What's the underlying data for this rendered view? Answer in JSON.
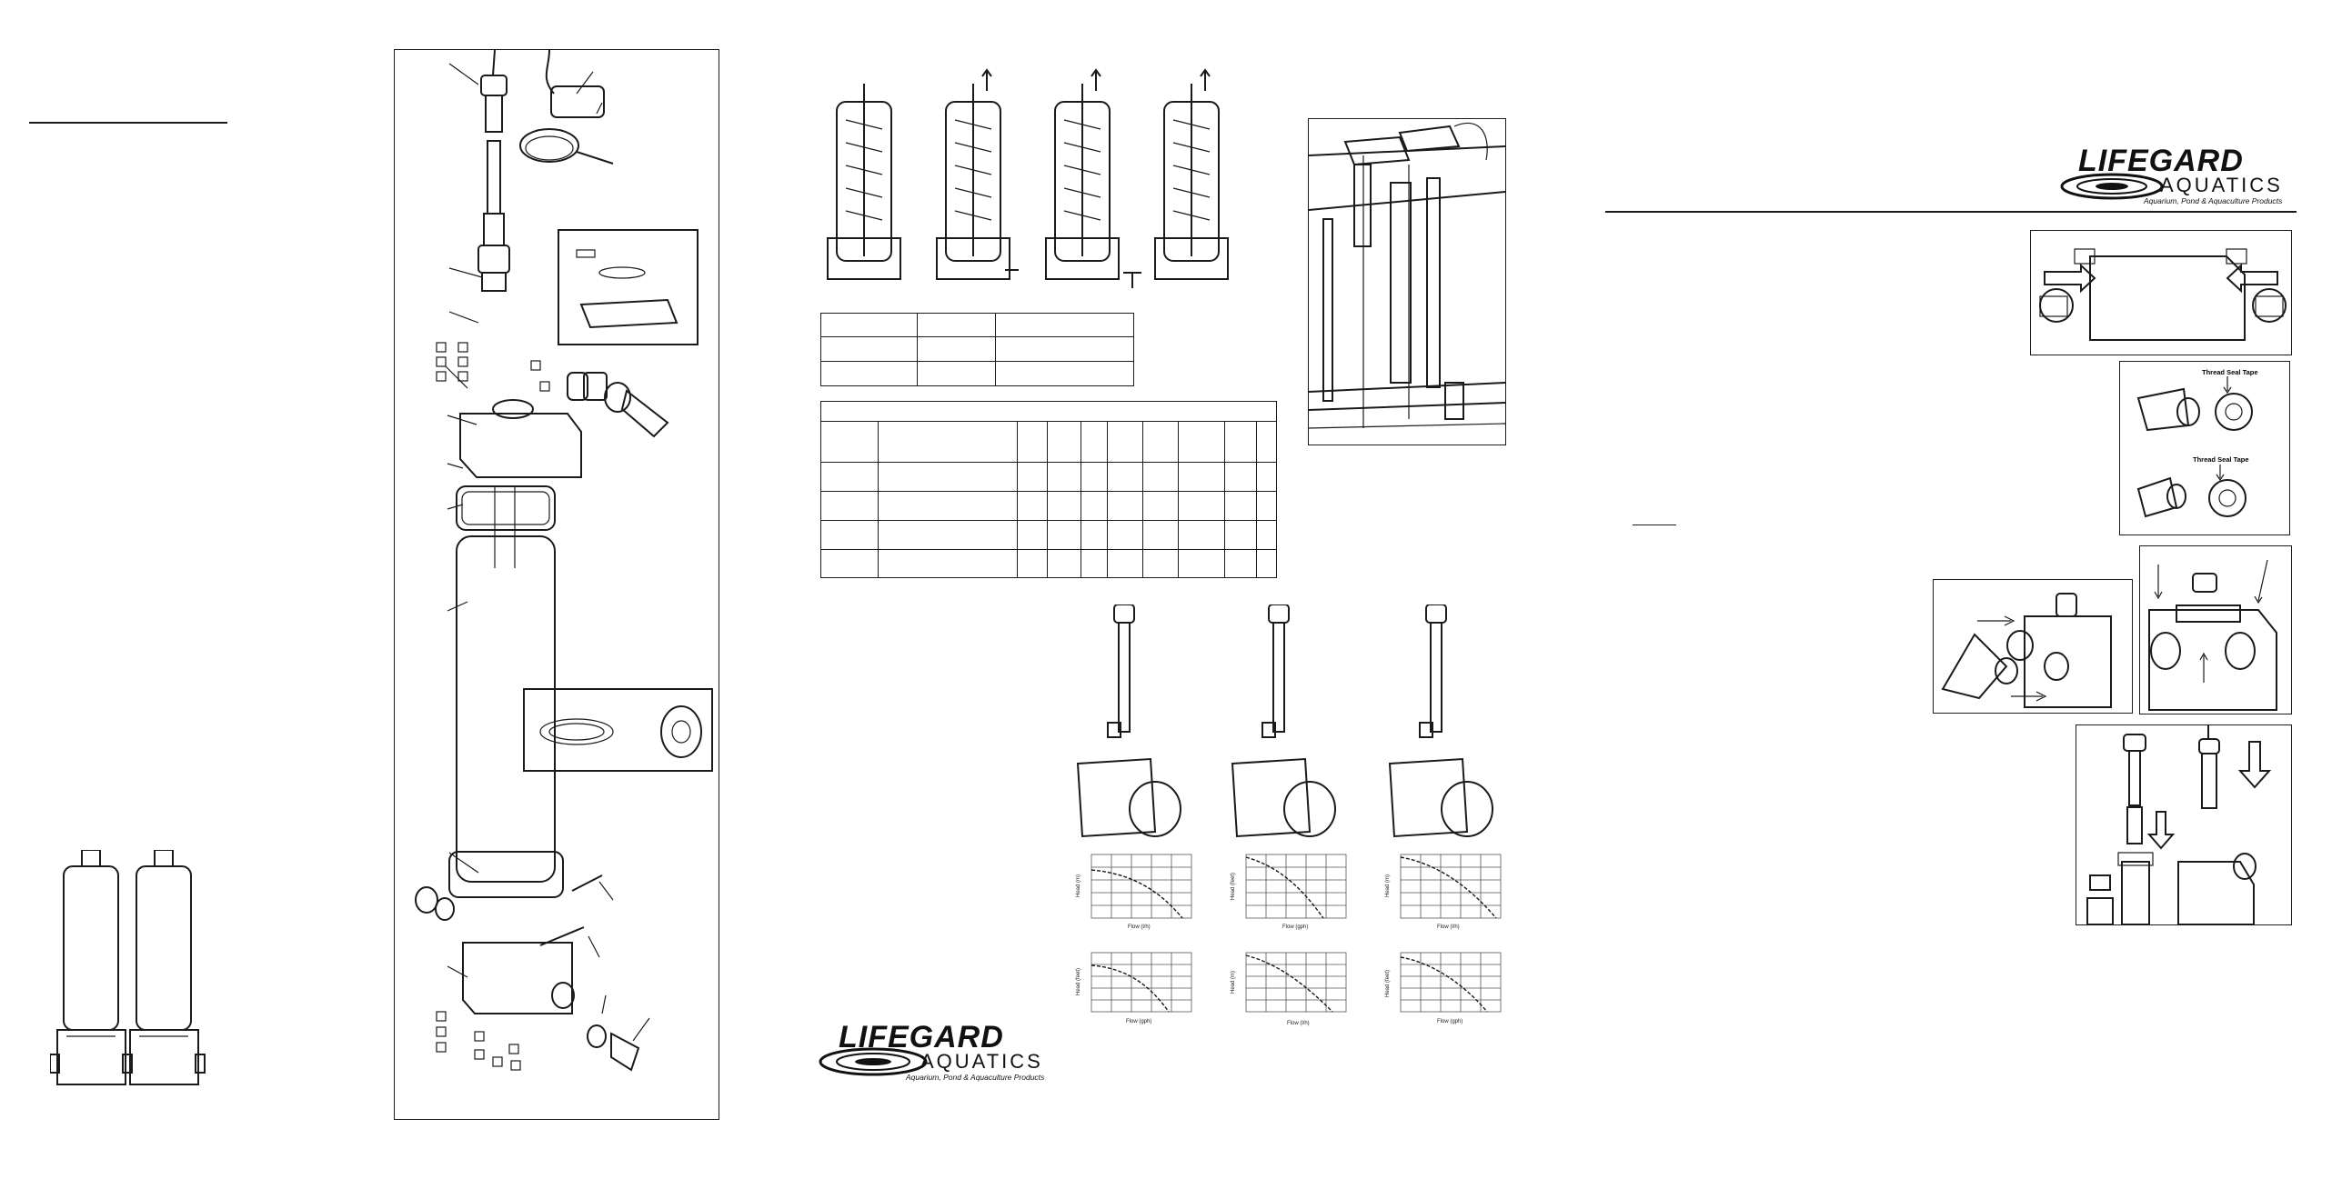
{
  "logo_top": {
    "brand": "LIFEGARD",
    "sub": "AQUATICS",
    "tagline": "Aquarium, Pond & Aquaculture Products"
  },
  "logo_bottom": {
    "brand": "LIFEGARD",
    "sub": "AQUATICS",
    "tagline": "Aquarium, Pond & Aquaculture Products"
  },
  "tape_panel": {
    "label_top": "Thread Seal Tape",
    "label_bottom": "Thread Seal Tape"
  },
  "pump_curves": [
    {
      "top": {
        "xlabel": "Flow (l/h)",
        "ylabel": "Head (m)"
      },
      "bottom": {
        "xlabel": "Flow (gph)",
        "ylabel": "Head (feet)"
      }
    },
    {
      "top": {
        "xlabel": "Flow (gph)",
        "ylabel": "Head (feet)"
      },
      "bottom": {
        "xlabel": "Flow (l/h)",
        "ylabel": "Head (m)"
      }
    },
    {
      "top": {
        "xlabel": "Flow (l/h)",
        "ylabel": "Head (m)"
      },
      "bottom": {
        "xlabel": "Flow (gph)",
        "ylabel": "Head (feet)"
      }
    }
  ]
}
